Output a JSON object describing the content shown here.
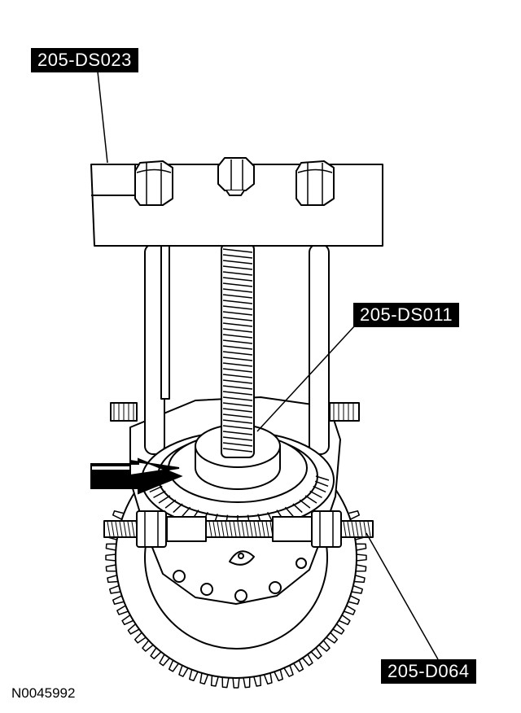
{
  "callouts": {
    "tool_top": "205-DS023",
    "tool_middle": "205-DS011",
    "tool_bottom": "205-D064"
  },
  "figure_id": "N0045992",
  "colors": {
    "ink": "#000000",
    "paper": "#ffffff"
  }
}
